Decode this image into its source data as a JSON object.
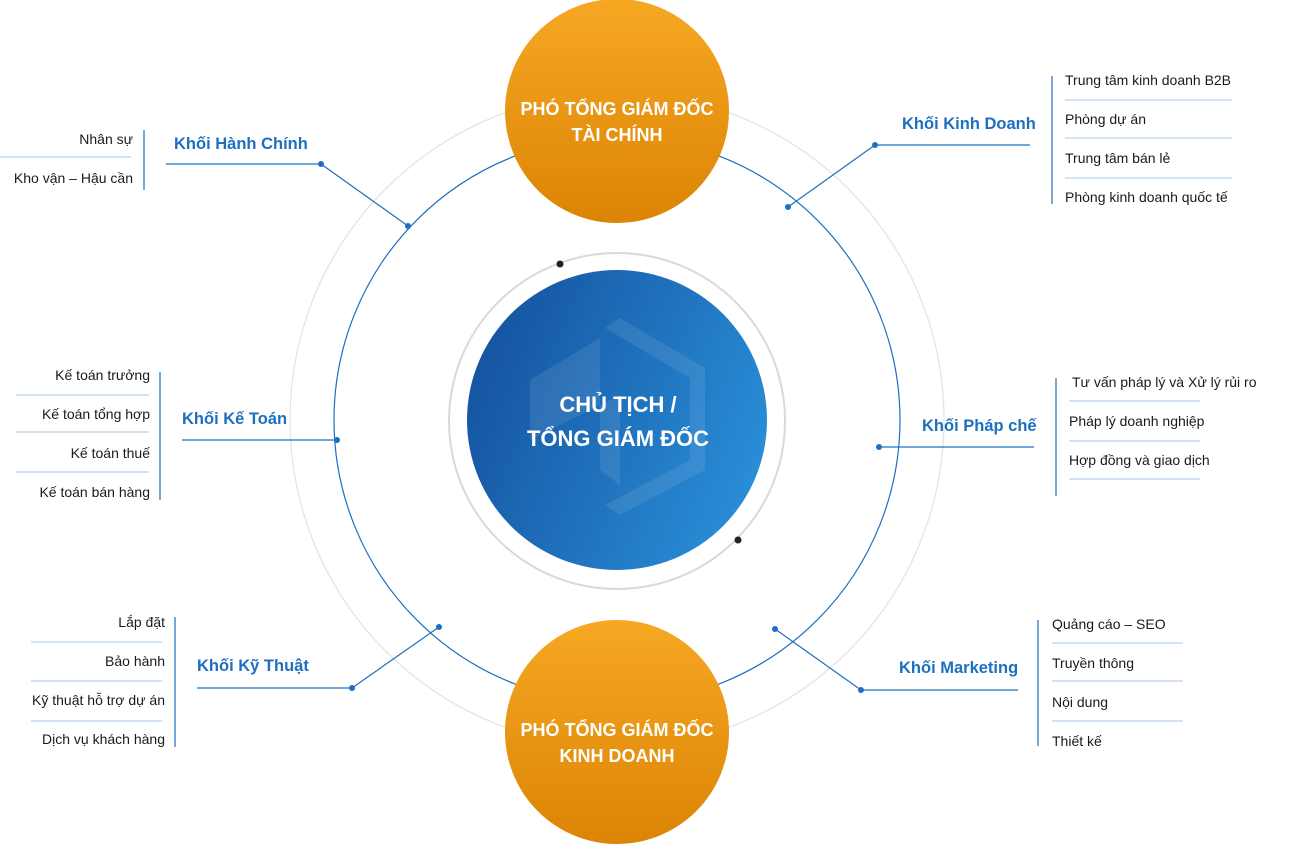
{
  "center": {
    "line1": "CHỦ TỊCH /",
    "line2": "TỔNG GIÁM ĐỐC"
  },
  "vp_top": {
    "line1": "PHÓ TỔNG GIÁM ĐỐC",
    "line2": "TÀI CHÍNH"
  },
  "vp_bottom": {
    "line1": "PHÓ TỔNG GIÁM ĐỐC",
    "line2": "KINH DOANH"
  },
  "divisions": {
    "hanh_chinh": {
      "title": "Khối Hành Chính",
      "items": [
        "Nhân sự",
        "Kho vận – Hậu cần"
      ]
    },
    "ke_toan": {
      "title": "Khối Kế Toán",
      "items": [
        "Kế toán trưởng",
        "Kế toán tổng hợp",
        "Kế toán thuế",
        "Kế toán bán hàng"
      ]
    },
    "ky_thuat": {
      "title": "Khối Kỹ Thuật",
      "items": [
        "Lắp đặt",
        "Bảo hành",
        "Kỹ thuật hỗ trợ dự án",
        "Dịch vụ khách hàng"
      ]
    },
    "kinh_doanh": {
      "title": "Khối Kinh Doanh",
      "items": [
        "Trung tâm kinh doanh B2B",
        "Phòng dự án",
        "Trung tâm bán lẻ",
        "Phòng kinh doanh quốc tế"
      ]
    },
    "phap_che": {
      "title": "Khối Pháp chế",
      "items": [
        "Tư vấn pháp lý và Xử lý rủi ro",
        "Pháp lý doanh nghiệp",
        "Hợp đồng và giao dịch"
      ]
    },
    "marketing": {
      "title": "Khối Marketing",
      "items": [
        "Quảng cáo – SEO",
        "Truyền thông",
        "Nội dung",
        "Thiết kế"
      ]
    }
  },
  "colors": {
    "accent_blue": "#1e6fc0",
    "center_dark": "#1553a0",
    "center_light": "#2a8fd8",
    "orange_light": "#f6a823",
    "orange_dark": "#dc8405",
    "ring": "#d9d9d9",
    "connector": "#1e6fc0"
  }
}
